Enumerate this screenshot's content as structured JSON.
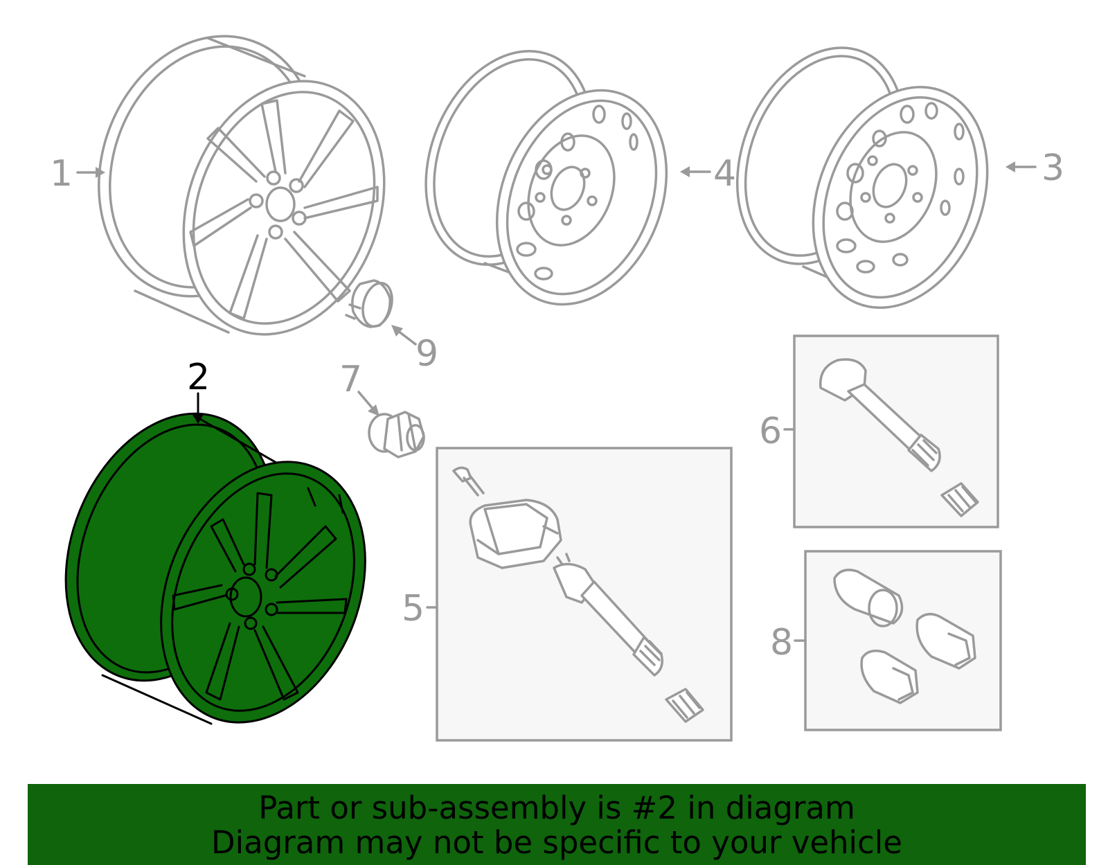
{
  "colors": {
    "highlight": "#0e6e0c",
    "banner": "#0f640c",
    "part_line": "#9a9a9a",
    "active_line": "#000000"
  },
  "callouts": {
    "c1": "1",
    "c2": "2",
    "c3": "3",
    "c4": "4",
    "c5": "5",
    "c6": "6",
    "c7": "7",
    "c8": "8",
    "c9": "9"
  },
  "highlighted_part": "2",
  "banner": {
    "line1": "Part or sub-assembly is #2 in diagram",
    "line2": "Diagram may not be specific to your vehicle"
  }
}
